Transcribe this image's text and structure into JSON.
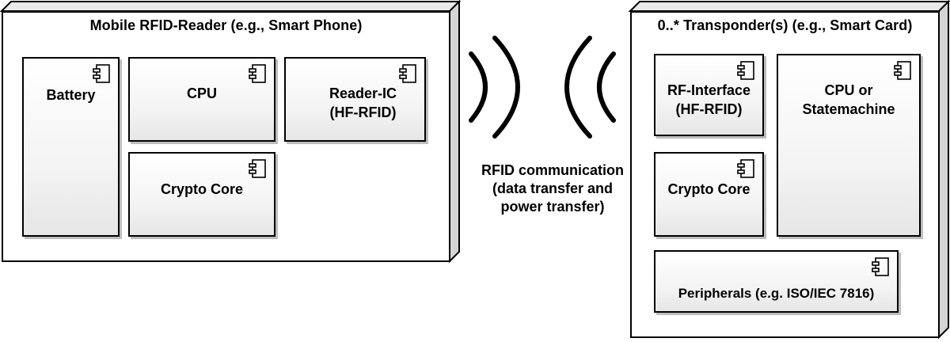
{
  "reader": {
    "title": "Mobile RFID-Reader (e.g., Smart Phone)",
    "components": {
      "battery": "Battery",
      "cpu": "CPU",
      "reader_ic_line1": "Reader-IC",
      "reader_ic_line2": "(HF-RFID)",
      "crypto": "Crypto Core"
    }
  },
  "transponder": {
    "title": "0..* Transponder(s) (e.g., Smart Card)",
    "components": {
      "rf_line1": "RF-Interface",
      "rf_line2": "(HF-RFID)",
      "cpu_line1": "CPU or",
      "cpu_line2": "Statemachine",
      "crypto": "Crypto Core",
      "peripherals": "Peripherals (e.g. ISO/IEC 7816)"
    }
  },
  "communication": {
    "line1": "RFID communication",
    "line2": "(data transfer and",
    "line3": "power transfer)"
  },
  "icons": {
    "component": "uml-component-icon",
    "signal": "wireless-signal-arcs"
  }
}
